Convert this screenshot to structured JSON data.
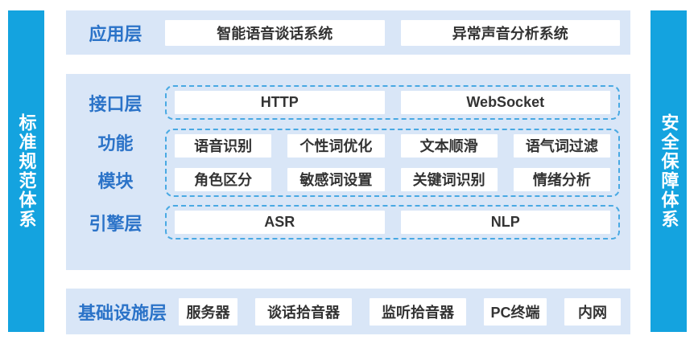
{
  "colors": {
    "side_bar_bg": "#14a3df",
    "panel_bg": "#d9e6f7",
    "layer_label_text": "#2b73c8",
    "dashed_border": "#49a9e3",
    "box_bg": "#ffffff",
    "box_text": "#333333"
  },
  "left_bar": {
    "label": "标准规范体系"
  },
  "right_bar": {
    "label": "安全保障体系"
  },
  "application_layer": {
    "label": "应用层",
    "items": [
      "智能语音谈话系统",
      "异常声音分析系统"
    ]
  },
  "interface_layer": {
    "label": "接口层",
    "items": [
      "HTTP",
      "WebSocket"
    ]
  },
  "function_module": {
    "label": "功能模块",
    "label_lines": [
      "功能",
      "模块"
    ],
    "rows": [
      [
        "语音识别",
        "个性词优化",
        "文本顺滑",
        "语气词过滤"
      ],
      [
        "角色区分",
        "敏感词设置",
        "关键词识别",
        "情绪分析"
      ]
    ]
  },
  "engine_layer": {
    "label": "引擎层",
    "items": [
      "ASR",
      "NLP"
    ]
  },
  "infrastructure_layer": {
    "label": "基础设施层",
    "items": [
      "服务器",
      "谈话拾音器",
      "监听拾音器",
      "PC终端",
      "内网"
    ]
  }
}
